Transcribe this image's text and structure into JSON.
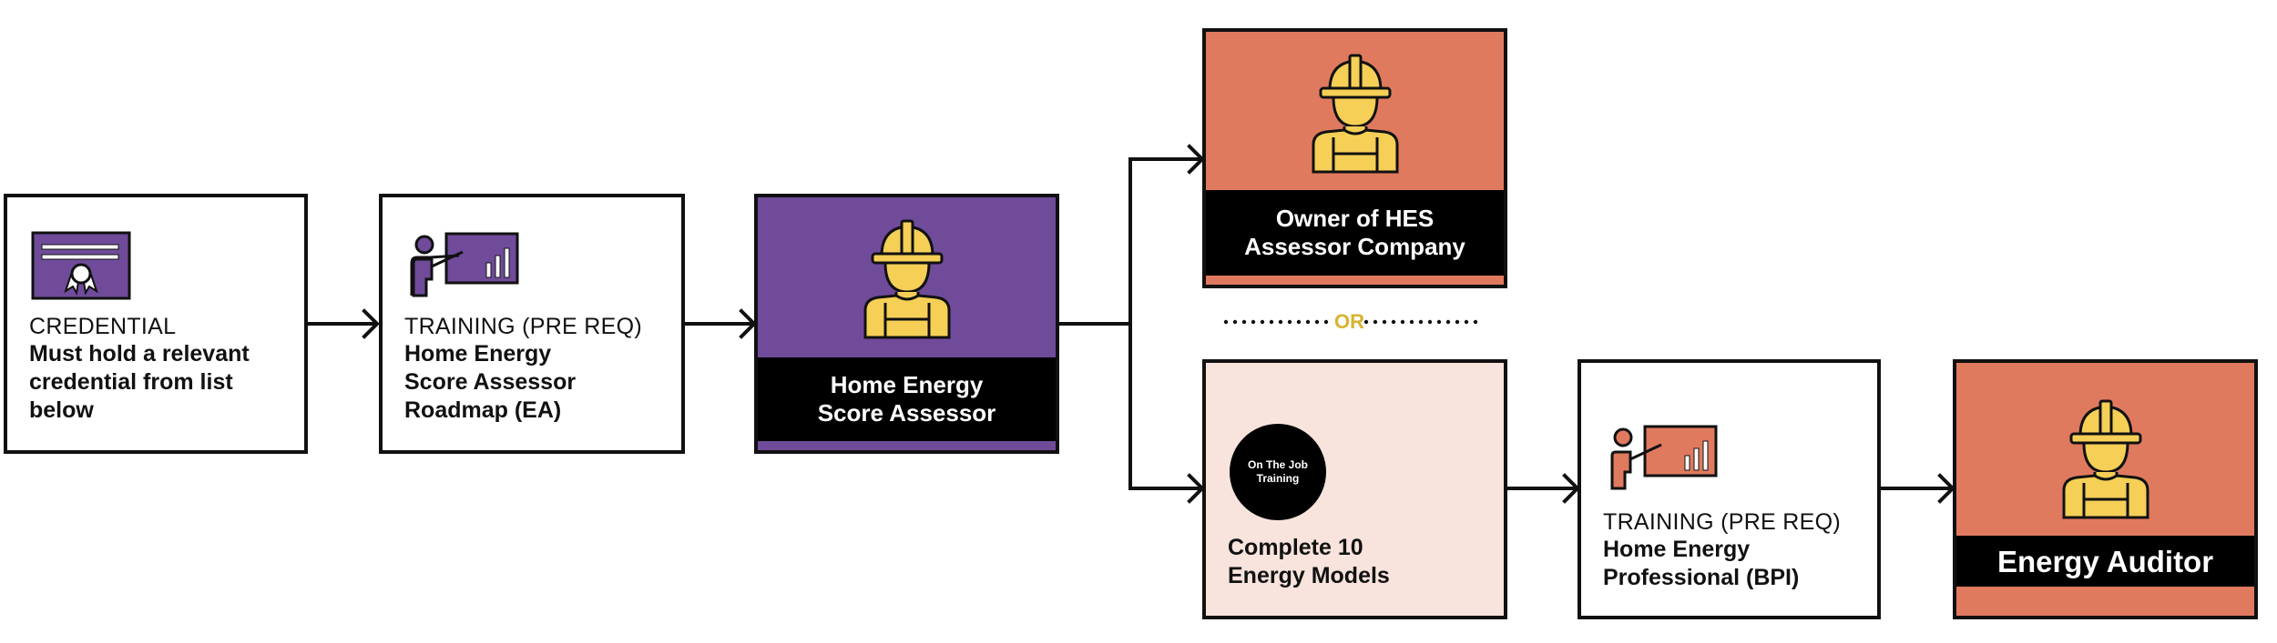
{
  "colors": {
    "credential_fill": "#e3dced",
    "training_fill": "#cacaca",
    "purple": "#6f4b9a",
    "salmon": "#e07a5f",
    "light_pink": "#f8e3dd",
    "black": "#000000",
    "helmet_yellow": "#f5cf56",
    "or_yellow": "#d9b32e"
  },
  "credential": {
    "icon": "certificate-icon",
    "label": "CREDENTIAL",
    "text": "Must hold a relevant credential from list below"
  },
  "training_ea": {
    "icon": "presenter-board-icon",
    "label": "TRAINING (PRE REQ)",
    "text": "Home Energy Score Assessor Roadmap (EA)"
  },
  "hes_assessor": {
    "icon": "worker-hardhat-icon",
    "title": "Home Energy\nScore Assessor"
  },
  "owner": {
    "icon": "worker-hardhat-icon",
    "title": "Owner of HES\nAssessor Company"
  },
  "or_separator": {
    "text": "OR"
  },
  "on_the_job": {
    "badge": "On The Job\nTraining",
    "text": "Complete 10 Energy Models"
  },
  "training_bpi": {
    "icon": "presenter-board-icon",
    "label": "TRAINING (PRE REQ)",
    "text": "Home Energy Professional (BPI)"
  },
  "energy_auditor": {
    "icon": "worker-hardhat-icon",
    "title": "Energy Auditor"
  }
}
